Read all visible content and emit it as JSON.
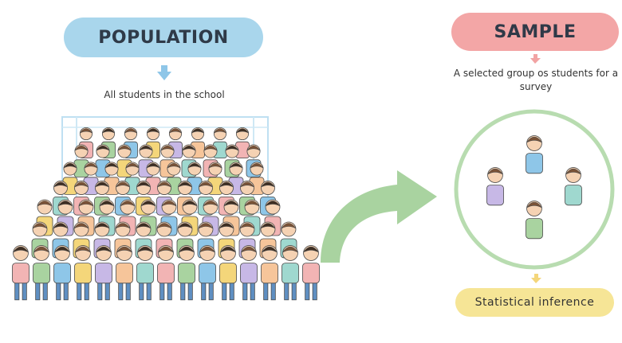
{
  "population": {
    "title": "POPULATION",
    "caption": "All students in the school",
    "color": "#a9d6ec"
  },
  "sample": {
    "title": "SAMPLE",
    "caption": "A selected group os students for a survey",
    "color": "#f3a6a6"
  },
  "inference": {
    "label": "Statistical inference",
    "color": "#f6e596"
  },
  "colors": {
    "arrow_green": "#a9d3a0",
    "circle_green": "#b8dcb0",
    "down_arrow_blue": "#8ec6e8",
    "down_arrow_pink": "#f2a3a3",
    "down_arrow_yellow": "#f4d67a"
  },
  "icons": [
    "down-arrow-icon",
    "curved-arrow-icon",
    "student-figure-icon"
  ]
}
